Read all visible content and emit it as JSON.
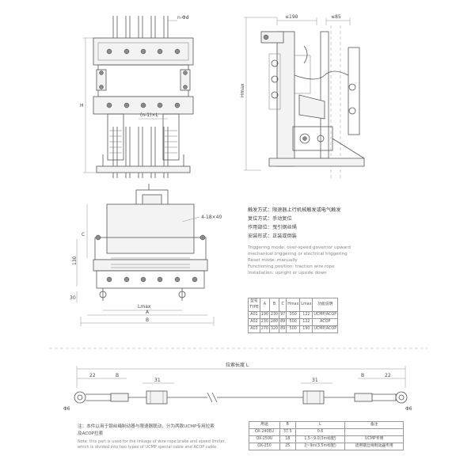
{
  "labels": {
    "n_phi_d": "n-Φd",
    "s190": "≤190",
    "s85": "≤85",
    "pitch": "(n-1)×L",
    "h": "H",
    "hmax": "Hmax",
    "hole": "4-18×40",
    "c": "C",
    "d130": "130",
    "d30": "30",
    "lmax": "Lmax",
    "a": "A",
    "b": "B",
    "cable_len": "拉索长度 L",
    "d22_left": "22",
    "d22_right": "22",
    "bl": "B",
    "br": "B",
    "d31_left": "31",
    "d31_right": "31",
    "phi6_left": "Φ6",
    "phi6_right": "Φ6"
  },
  "spec": {
    "cn": [
      {
        "k": "触发方式：",
        "v": "限速器上行机械触发或电气触发"
      },
      {
        "k": "复位方式：",
        "v": "手动复位"
      },
      {
        "k": "作用部位：",
        "v": "曳引钢丝绳"
      },
      {
        "k": "安装形式：",
        "v": "正装或倒装"
      }
    ],
    "en": [
      "Triggering mode: over-speed governor upward",
      "mechanical triggering or electrical triggering",
      "Reset mode: manually",
      "Functioning position: traction wire rope",
      "Installation: upright or upside down"
    ]
  },
  "table1": {
    "headers": [
      {
        "cn": "型号",
        "en": "TYPE"
      },
      {
        "cn": "A",
        "en": ""
      },
      {
        "cn": "B",
        "en": ""
      },
      {
        "cn": "C",
        "en": ""
      },
      {
        "cn": "Hmax",
        "en": ""
      },
      {
        "cn": "Lmax",
        "en": ""
      },
      {
        "cn": "功能说明",
        "en": ""
      }
    ],
    "rows": [
      [
        "A01",
        "190",
        "230",
        "97",
        "350",
        "122",
        "UCMP/ACOP"
      ],
      [
        "A02",
        "230",
        "280",
        "89",
        "500",
        "122",
        "ACOP"
      ],
      [
        "A03",
        "270",
        "320",
        "89",
        "500",
        "190",
        "UCMP/ACOP"
      ]
    ]
  },
  "note": {
    "cn1": "注：本件以用于钢丝绳制动器与限速器联动，分为两款UCMP专用拉索",
    "cn2": "及ACOP拉索",
    "en1": "Note: this part is used for the linkage of wire rope brake and speed limiter,",
    "en2": "which is divided into two types of UCMP special cable and ACOP cable."
  },
  "table2": {
    "headers": [
      "用途",
      "B",
      "L",
      "备注"
    ],
    "rows": [
      [
        "OX-240EU",
        "37.5",
        "0.6",
        ""
      ],
      [
        "OX-250U",
        "18",
        "1.5~9.0(3m标配)",
        "UCMP专用"
      ],
      [
        "OX-250",
        "25",
        "2~9m(3.5m标配)",
        "适用钢丝绳制动器专用"
      ]
    ]
  }
}
